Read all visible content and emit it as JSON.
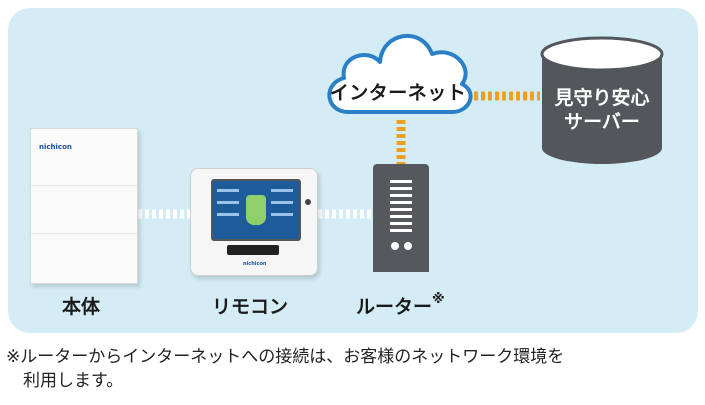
{
  "diagram": {
    "cloud_label": "インターネット",
    "server_label_line1": "見守り安心",
    "server_label_line2": "サーバー",
    "unit_label": "本体",
    "unit_brand": "nichicon",
    "remote_label": "リモコン",
    "remote_brand": "nichicon",
    "router_label": "ルーター",
    "router_mark": "※",
    "colors": {
      "panel_bg": "#d4ecf6",
      "link_orange": "#f0a020",
      "link_white": "#ffffff",
      "cloud_stroke": "#2a7fc6",
      "server_fill": "#53575c"
    }
  },
  "footnote": {
    "line1": "※ルーターからインターネットへの接続は、お客様のネットワーク環境を",
    "line2": "利用します。"
  }
}
